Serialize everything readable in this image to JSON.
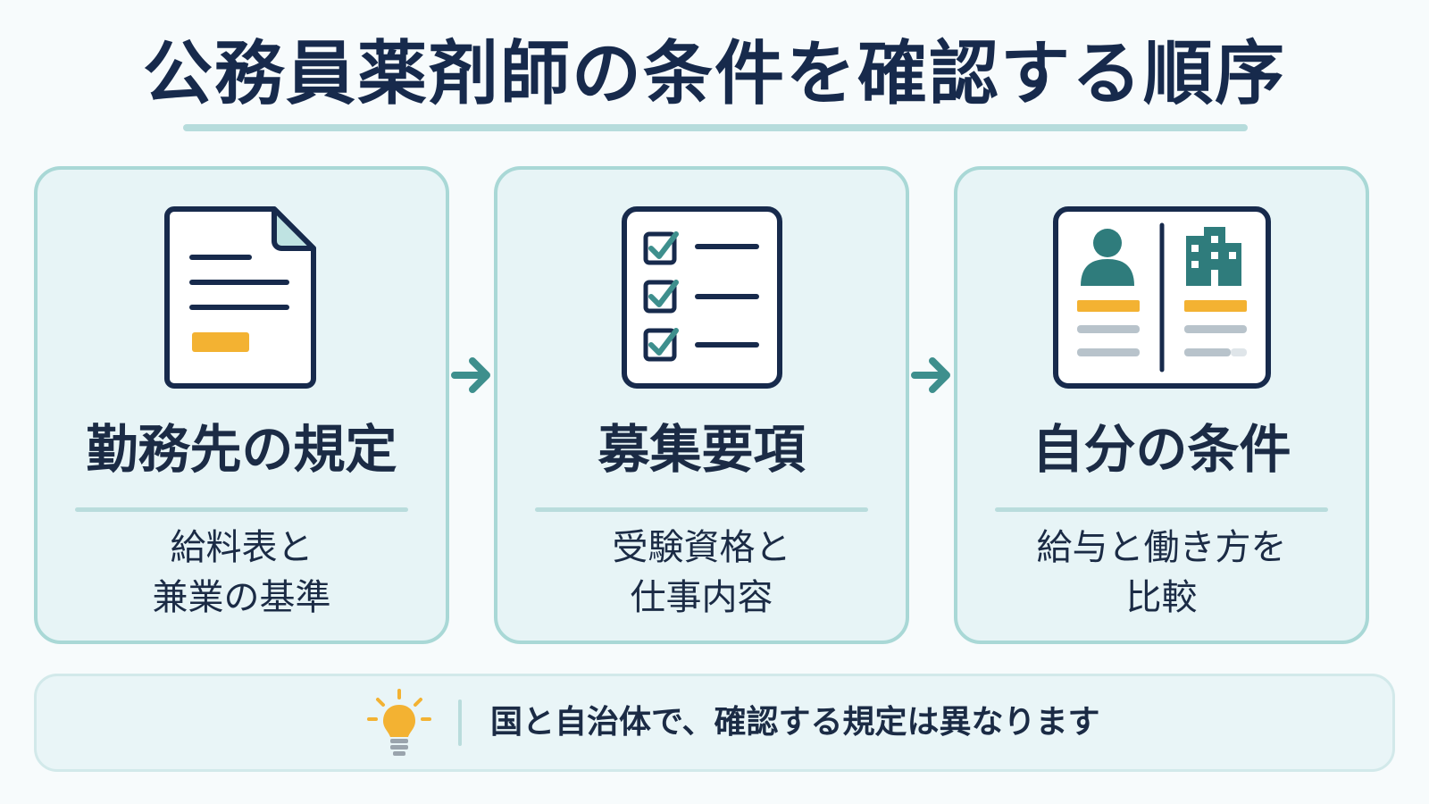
{
  "title": "公務員薬剤師の条件を確認する順序",
  "steps": [
    {
      "icon": "document-icon",
      "title": "勤務先の規定",
      "desc": [
        "給料表と",
        "兼業の基準"
      ]
    },
    {
      "icon": "checklist-icon",
      "title": "募集要項",
      "desc": [
        "受験資格と",
        "仕事内容"
      ]
    },
    {
      "icon": "compare-card-icon",
      "title": "自分の条件",
      "desc": [
        "給与と働き方を",
        "比較"
      ]
    }
  ],
  "note": {
    "icon": "lightbulb-icon",
    "text": "国と自治体で、確認する規定は異なります"
  },
  "colors": {
    "navy": "#172a4c",
    "teal": "#3e8f8d",
    "teal_light": "#a9d8d6",
    "accent_orange": "#f3b232",
    "card_bg": "#e7f4f6"
  }
}
